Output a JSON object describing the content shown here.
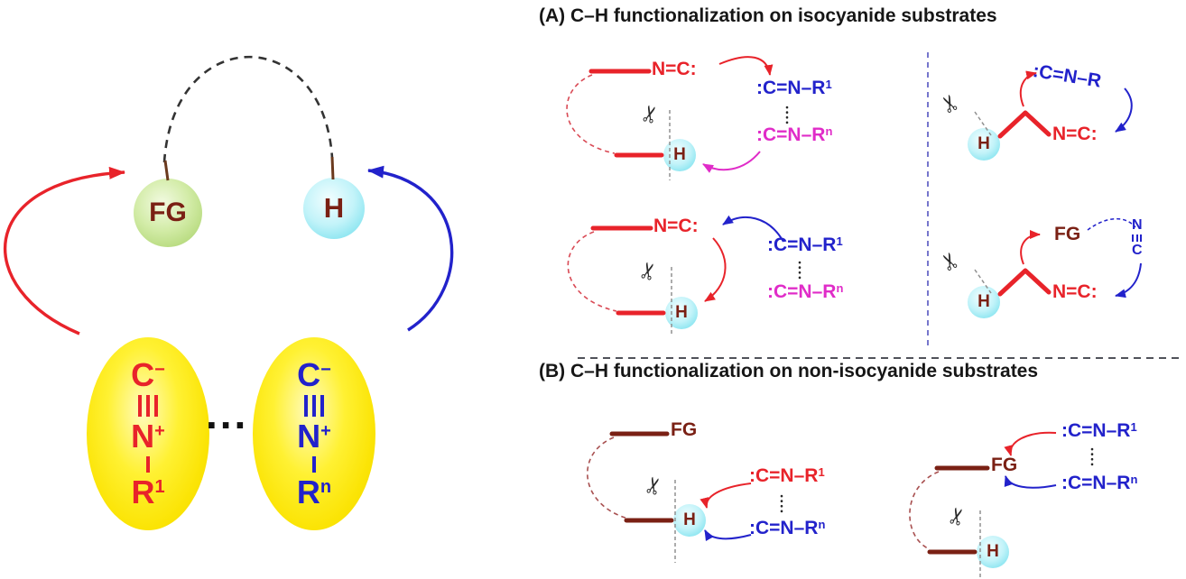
{
  "palette": {
    "red": "#e8232a",
    "blue": "#2222cb",
    "magenta": "#e02cc8",
    "maroon": "#7a2014",
    "yellow": "#ffe800",
    "green_circle": "#b9dc7c",
    "cyan_circle": "#9feaf3"
  },
  "icons": {
    "scissors": "✂"
  },
  "panel_left": {
    "fg": "FG",
    "h": "H",
    "ellipsis": "...",
    "anion_1": {
      "c": "C",
      "c_charge": "−",
      "n": "N",
      "n_charge": "+",
      "r": "R",
      "r_sup": "1"
    },
    "anion_n": {
      "c": "C",
      "c_charge": "−",
      "n": "N",
      "n_charge": "+",
      "r": "R",
      "r_sup": "n"
    }
  },
  "section_a": {
    "title": "(A) C–H functionalization on isocyanide substrates",
    "top_left": {
      "isocyanide": "N=C:",
      "h": "H",
      "imine_1": ":C=N–R",
      "imine_1_sup": "1",
      "imine_n": ":C=N–R",
      "imine_n_sup": "n"
    },
    "bottom_left": {
      "isocyanide": "N=C:",
      "h": "H",
      "imine_1": ":C=N–R",
      "imine_1_sup": "1",
      "imine_n": ":C=N–R",
      "imine_n_sup": "n"
    },
    "top_right": {
      "h": "H",
      "isocyanide": "N=C:",
      "imine": ":C=N–R"
    },
    "bottom_right": {
      "h": "H",
      "isocyanide": "N=C:",
      "fg": "FG",
      "free_n": "N",
      "free_c": "C"
    }
  },
  "section_b": {
    "title": "(B) C–H functionalization on non-isocyanide substrates",
    "left": {
      "fg": "FG",
      "h": "H",
      "imine_1": ":C=N–R",
      "imine_1_sup": "1",
      "imine_n": ":C=N–R",
      "imine_n_sup": "n"
    },
    "right": {
      "fg": "FG",
      "h": "H",
      "imine_1": ":C=N–R",
      "imine_1_sup": "1",
      "imine_n": ":C=N–R",
      "imine_n_sup": "n"
    }
  }
}
